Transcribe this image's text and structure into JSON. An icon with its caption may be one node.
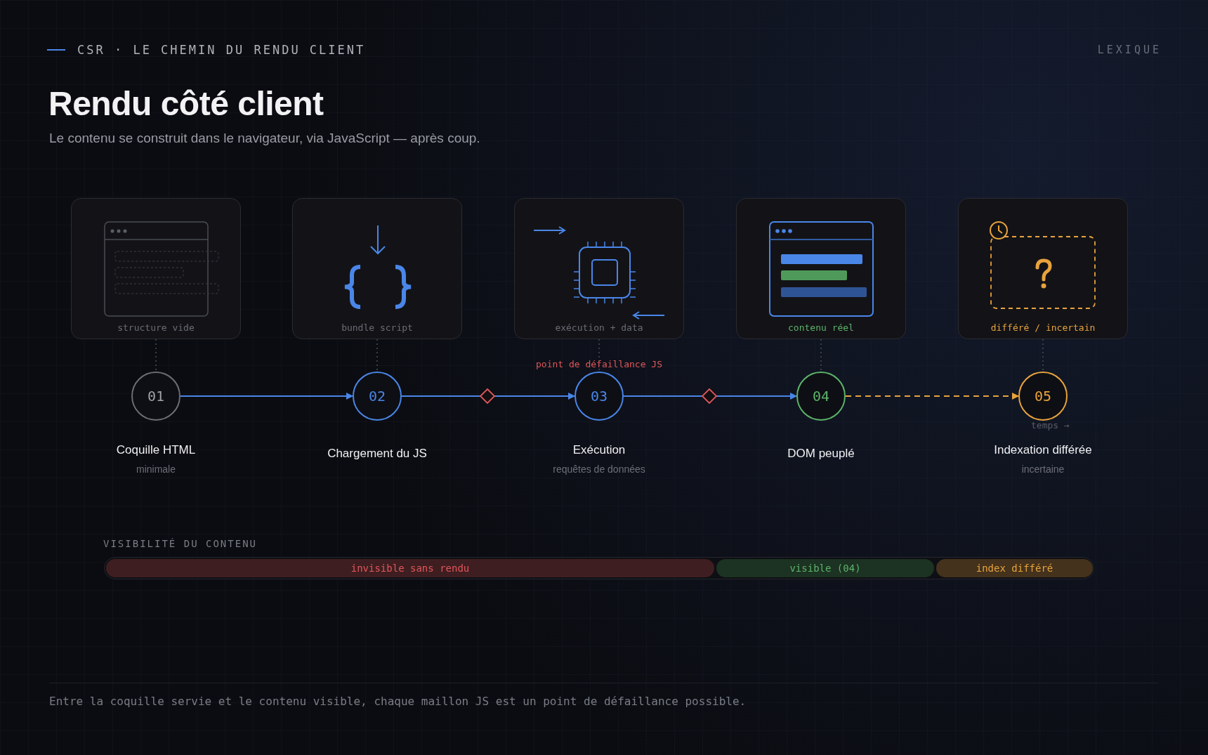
{
  "diagram": {
    "title": "Rendu côté client",
    "caption": "Entre la coquille servie et le contenu visible, chaque maillon JS est un point de défaillance possible.",
    "nodes": [
      {
        "text": [
          "structure vide"
        ]
      },
      {
        "text": [
          "bundle script"
        ]
      },
      {
        "text": [
          "exécution + data"
        ]
      },
      {
        "text": [
          "contenu réel"
        ]
      },
      {
        "text": [
          "différé / incertain"
        ]
      },
      {
        "text": [
          "01"
        ],
        "beside": [
          "Coquille HTML",
          "minimale"
        ]
      },
      {
        "text": [
          "02"
        ],
        "beside": [
          "Chargement du JS"
        ]
      },
      {
        "text": [
          "03"
        ],
        "beside": [
          "Exécution",
          "requêtes de données"
        ]
      },
      {
        "text": [
          "04"
        ],
        "beside": [
          "DOM peuplé"
        ]
      },
      {
        "text": [
          "05"
        ],
        "beside": [
          "Indexation différée",
          "incertaine"
        ]
      },
      {
        "text": [],
        "shape": "diamond"
      },
      {
        "text": [],
        "shape": "diamond"
      },
      {
        "text": [],
        "shape": "bar"
      },
      {
        "text": [
          "invisible sans rendu"
        ],
        "in": 12
      },
      {
        "text": [
          "visible (04)"
        ],
        "in": 12
      },
      {
        "text": [
          "index différé"
        ],
        "in": 12
      }
    ],
    "edges": [
      {
        "from": 5,
        "to": 6,
        "arrow": "to"
      },
      {
        "from": 6,
        "to": 10,
        "arrow": "none"
      },
      {
        "from": 10,
        "to": 7,
        "arrow": "to"
      },
      {
        "from": 7,
        "to": 11,
        "arrow": "none"
      },
      {
        "from": 11,
        "to": 8,
        "arrow": "to"
      },
      {
        "from": 8,
        "to": 9,
        "arrow": "to",
        "style": "dashed",
        "color": "#e8a33d"
      },
      {
        "from": 0,
        "to": 5,
        "arrow": "none",
        "style": "dashed",
        "color": "#3a3e48"
      },
      {
        "from": 1,
        "to": 6,
        "arrow": "none",
        "style": "dashed",
        "color": "#3a3e48"
      },
      {
        "from": 2,
        "to": 7,
        "arrow": "none",
        "style": "dashed",
        "color": "#3a3e48"
      },
      {
        "from": 3,
        "to": 8,
        "arrow": "none",
        "style": "dashed",
        "color": "#3a3e48"
      },
      {
        "from": 4,
        "to": 9,
        "arrow": "none",
        "style": "dashed",
        "color": "#3a3e48"
      }
    ],
    "labels": [
      "CSR · LE CHEMIN DU RENDU CLIENT",
      "LEXIQUE",
      "Le contenu se construit dans le navigateur, via JavaScript — après coup.",
      "point de défaillance JS",
      "temps →",
      "VISIBILITÉ DU CONTENU"
    ]
  }
}
